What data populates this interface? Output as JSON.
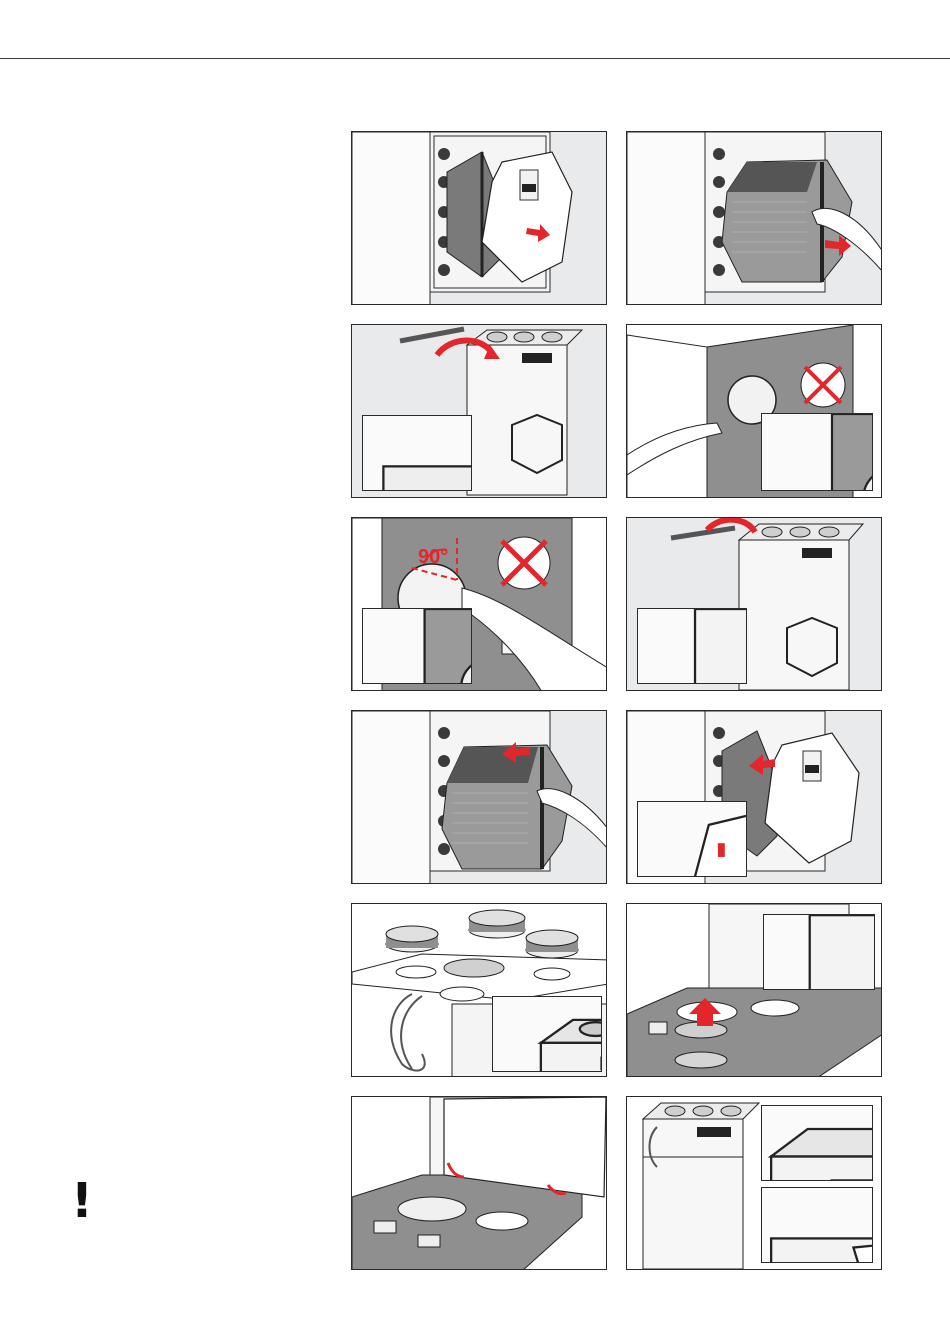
{
  "page": {
    "background": "#ffffff",
    "accent": "#e3262b",
    "panel_fill": "#e8eaec",
    "plate_fill": "#8f8f8f"
  },
  "warning": {
    "symbol": "!",
    "icon": "exclamation-icon"
  },
  "panels": [
    {
      "id": "step-1",
      "scene": "remove-front-cover-from-exchanger"
    },
    {
      "id": "step-2",
      "scene": "pull-out-heat-exchanger"
    },
    {
      "id": "step-3",
      "scene": "remove-top-rail"
    },
    {
      "id": "step-4",
      "scene": "remove-round-plug-plate"
    },
    {
      "id": "step-5",
      "scene": "rotate-plug-90",
      "angle_label": "90°"
    },
    {
      "id": "step-6",
      "scene": "refit-rail"
    },
    {
      "id": "step-7",
      "scene": "reinsert-heat-exchanger"
    },
    {
      "id": "step-8",
      "scene": "refit-exchanger-cover"
    },
    {
      "id": "step-9",
      "scene": "move-duct-collars-to-top"
    },
    {
      "id": "step-10",
      "scene": "insert-duct-collar-from-below"
    },
    {
      "id": "step-11",
      "scene": "close-front-panel"
    },
    {
      "id": "step-12",
      "scene": "final-assembled-unit"
    }
  ]
}
